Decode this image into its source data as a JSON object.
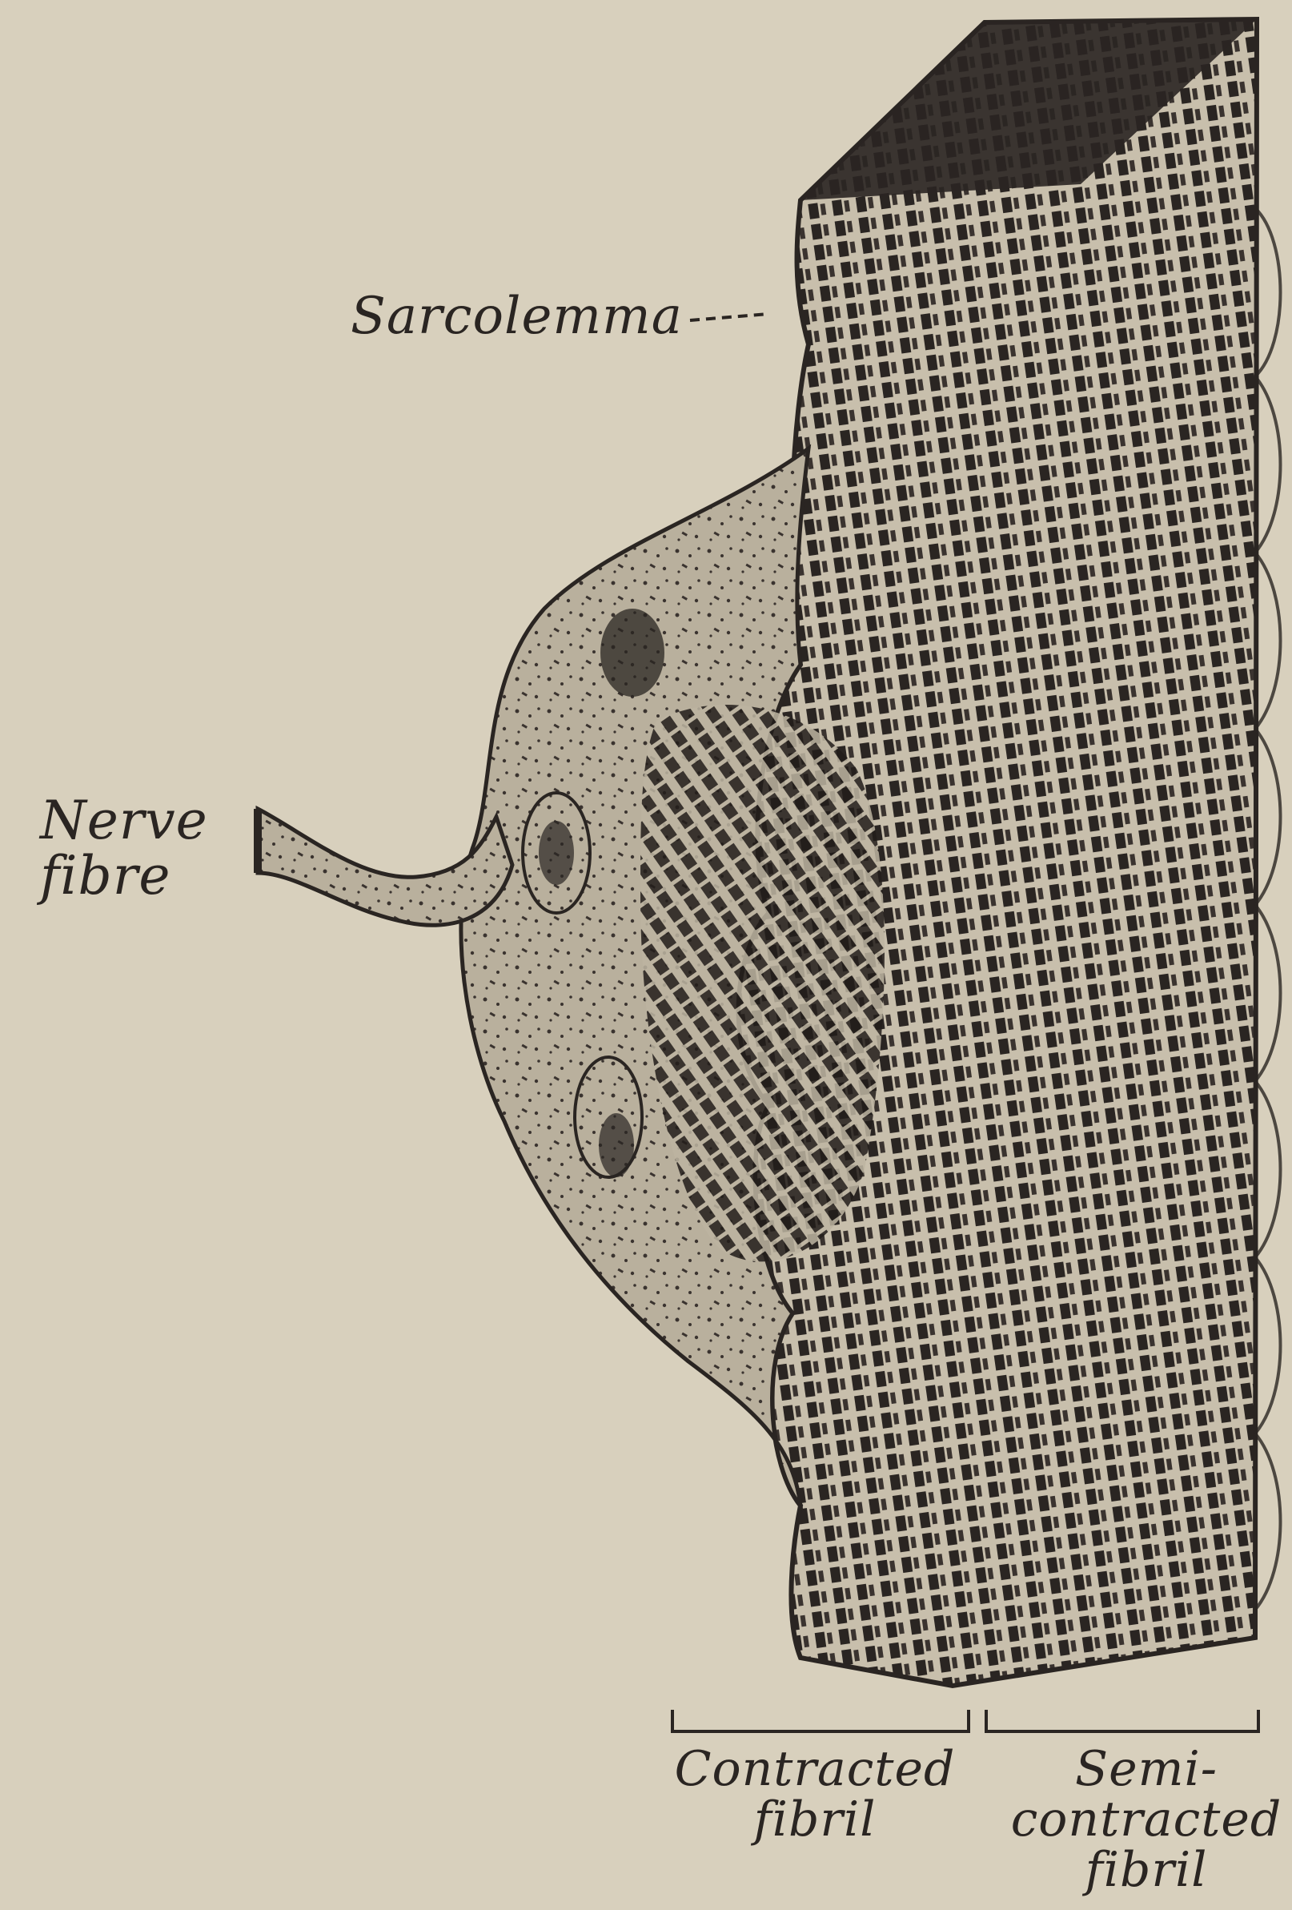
{
  "labels": {
    "sarcolemma": "Sarcolemma",
    "nerve_fibre": "Nerve\nfibre",
    "contracted_fibril": "Contracted\nfibril",
    "semi_contracted_fibril": "Semi-\ncontracted\nfibril"
  },
  "colors": {
    "paper": "#d8d0bd",
    "ink": "#2a2522",
    "tissue": "#b9b09d"
  }
}
